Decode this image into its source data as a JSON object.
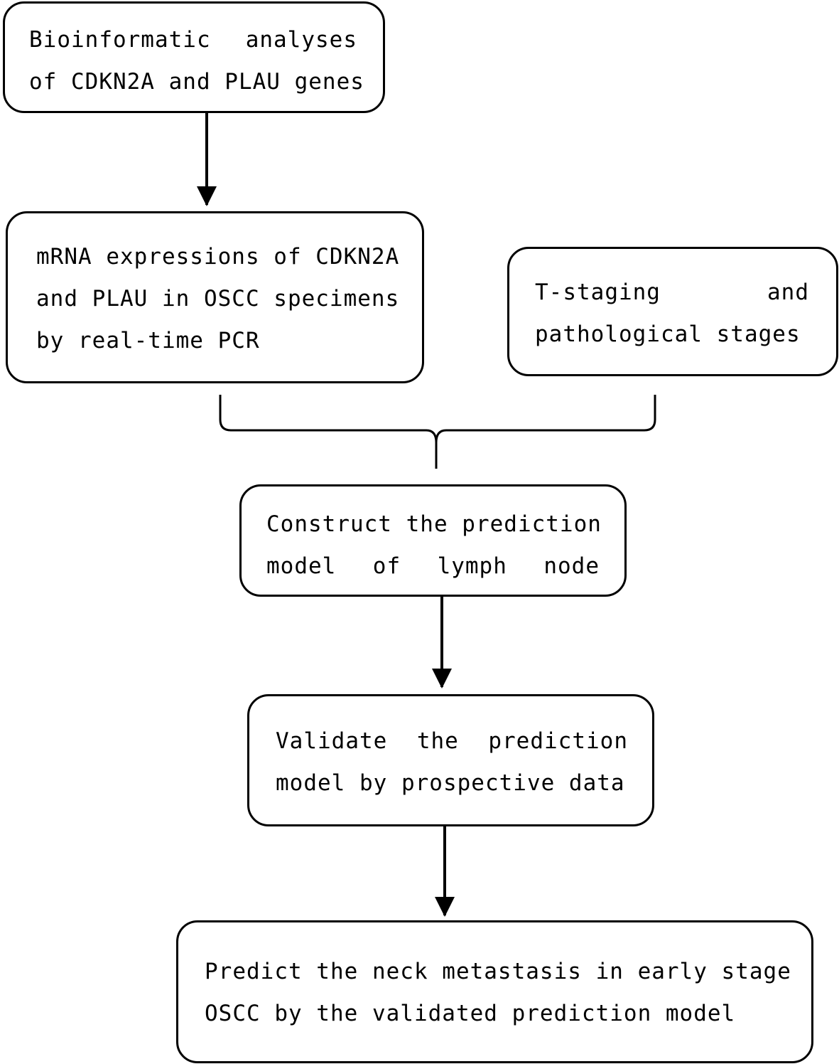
{
  "diagram": {
    "type": "flowchart",
    "steps": {
      "bioinformatic": {
        "line1_words": [
          "Bioinformatic",
          "analyses"
        ],
        "line2": "of CDKN2A and PLAU genes"
      },
      "mrna": {
        "line1": "mRNA expressions of CDKN2A",
        "line2": "and PLAU in OSCC specimens",
        "line3": "by real-time PCR"
      },
      "tstaging": {
        "line1_words": [
          "T-staging",
          "and"
        ],
        "line2": "pathological stages"
      },
      "construct": {
        "line1": "Construct the prediction",
        "line2_words": [
          "model",
          "of",
          "lymph",
          "node"
        ]
      },
      "validate": {
        "line1_words": [
          "Validate",
          "the",
          "prediction"
        ],
        "line2": "model by prospective data"
      },
      "predict": {
        "line1": "Predict the neck metastasis in early stage",
        "line2": "OSCC by the validated prediction model"
      }
    },
    "colors": {
      "stroke": "#000000",
      "background": "#ffffff"
    }
  }
}
